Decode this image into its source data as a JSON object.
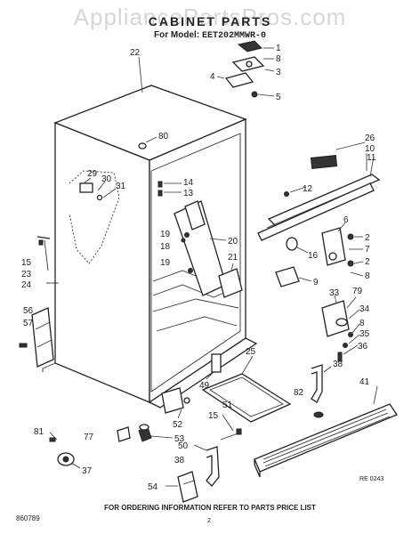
{
  "header": {
    "watermark": "AppliancePartsPros.com",
    "title": "CABINET PARTS",
    "model_prefix": "For Model:",
    "model_number": "EET202MMWR-0"
  },
  "callouts": [
    {
      "id": "c1",
      "text": "1"
    },
    {
      "id": "c8a",
      "text": "8"
    },
    {
      "id": "c3",
      "text": "3"
    },
    {
      "id": "c4",
      "text": "4"
    },
    {
      "id": "c5",
      "text": "5"
    },
    {
      "id": "c22",
      "text": "22"
    },
    {
      "id": "c80",
      "text": "80"
    },
    {
      "id": "c26",
      "text": "26"
    },
    {
      "id": "c10",
      "text": "10"
    },
    {
      "id": "c11",
      "text": "11"
    },
    {
      "id": "c14",
      "text": "14"
    },
    {
      "id": "c13",
      "text": "13"
    },
    {
      "id": "c12",
      "text": "12"
    },
    {
      "id": "c29",
      "text": "29"
    },
    {
      "id": "c30",
      "text": "30"
    },
    {
      "id": "c31",
      "text": "31"
    },
    {
      "id": "c6",
      "text": "6"
    },
    {
      "id": "c2a",
      "text": "2"
    },
    {
      "id": "c7",
      "text": "7"
    },
    {
      "id": "c2b",
      "text": "2"
    },
    {
      "id": "c8b",
      "text": "8"
    },
    {
      "id": "c16",
      "text": "16"
    },
    {
      "id": "c19a",
      "text": "19"
    },
    {
      "id": "c18",
      "text": "18"
    },
    {
      "id": "c20",
      "text": "20"
    },
    {
      "id": "c21",
      "text": "21"
    },
    {
      "id": "c19b",
      "text": "19"
    },
    {
      "id": "c15a",
      "text": "15"
    },
    {
      "id": "c23",
      "text": "23"
    },
    {
      "id": "c24",
      "text": "24"
    },
    {
      "id": "c9",
      "text": "9"
    },
    {
      "id": "c33",
      "text": "33"
    },
    {
      "id": "c79",
      "text": "79"
    },
    {
      "id": "c34",
      "text": "34"
    },
    {
      "id": "c8c",
      "text": "8"
    },
    {
      "id": "c35",
      "text": "35"
    },
    {
      "id": "c36",
      "text": "36"
    },
    {
      "id": "c56",
      "text": "56"
    },
    {
      "id": "c57",
      "text": "57"
    },
    {
      "id": "c25",
      "text": "25"
    },
    {
      "id": "c38a",
      "text": "38"
    },
    {
      "id": "c41",
      "text": "41"
    },
    {
      "id": "c49",
      "text": "49"
    },
    {
      "id": "c82",
      "text": "82"
    },
    {
      "id": "c51",
      "text": "51"
    },
    {
      "id": "c15b",
      "text": "15"
    },
    {
      "id": "c52",
      "text": "52"
    },
    {
      "id": "c77",
      "text": "77"
    },
    {
      "id": "c53",
      "text": "53"
    },
    {
      "id": "c81",
      "text": "81"
    },
    {
      "id": "c50",
      "text": "50"
    },
    {
      "id": "c38b",
      "text": "38"
    },
    {
      "id": "c37",
      "text": "37"
    },
    {
      "id": "c54",
      "text": "54"
    }
  ],
  "drawing_ref": "RE 0243",
  "footer": {
    "ordering_info": "FOR ORDERING INFORMATION REFER TO PARTS PRICE LIST",
    "sheet_code": "860789",
    "page_number": "2"
  }
}
